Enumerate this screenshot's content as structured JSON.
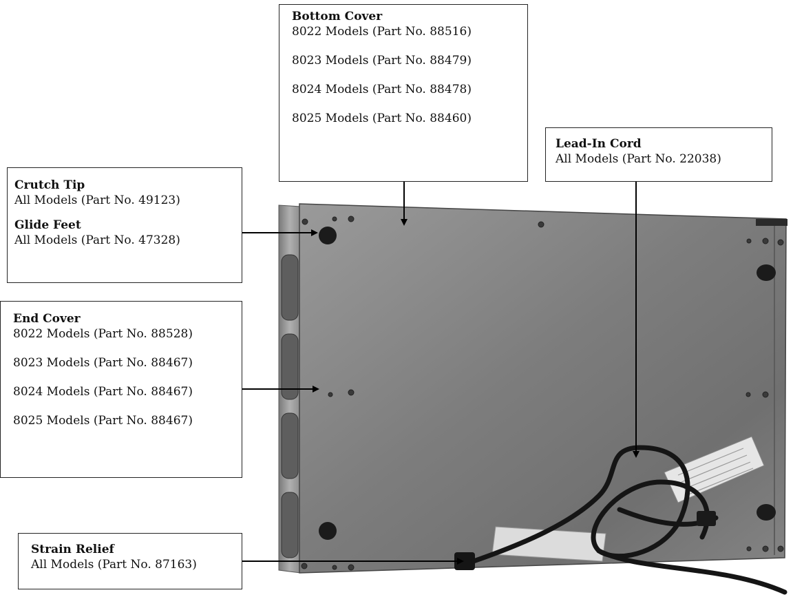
{
  "bottom_cover": {
    "title": "Bottom Cover",
    "lines": [
      "8022 Models (Part No. 88516)",
      "8023 Models (Part No. 88479)",
      "8024 Models (Part No. 88478)",
      "8025 Models (Part No. 88460)"
    ]
  },
  "lead_in_cord": {
    "title": "Lead-In Cord",
    "lines": [
      "All Models (Part No. 22038)"
    ]
  },
  "crutch_tip": {
    "title": "Crutch Tip",
    "lines": [
      "All Models (Part No. 49123)"
    ]
  },
  "glide_feet": {
    "title": "Glide Feet",
    "lines": [
      "All Models (Part No. 47328)"
    ]
  },
  "end_cover": {
    "title": "End Cover",
    "lines": [
      "8022 Models (Part No. 88528)",
      "8023 Models (Part No. 88467)",
      "8024 Models (Part No. 88467)",
      "8025 Models (Part No. 88467)"
    ]
  },
  "strain_relief": {
    "title": "Strain Relief",
    "lines": [
      "All Models (Part No. 87163)"
    ]
  },
  "colors": {
    "panel": "#8e8e8e",
    "panel_dark": "#5a5a5a",
    "cord": "#151515",
    "arrow": "#000000",
    "label_paper": "#e8e8e8"
  }
}
